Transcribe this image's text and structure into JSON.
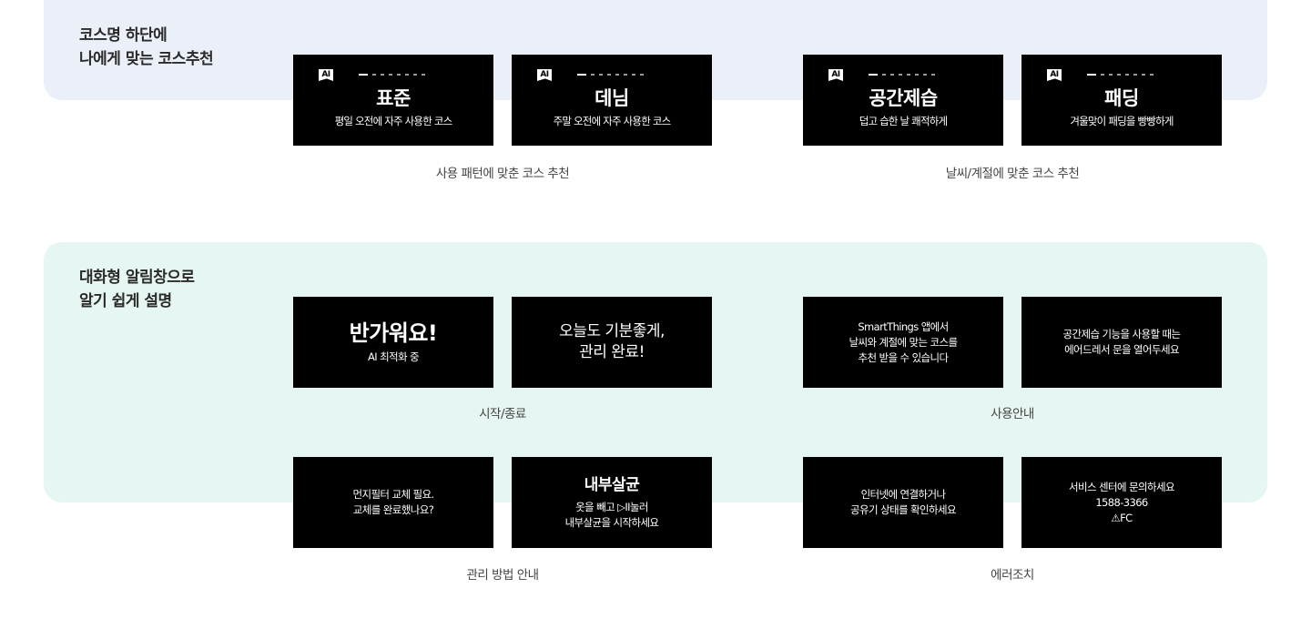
{
  "sections": {
    "course_recommend": {
      "title_lines": [
        "코스명 하단에",
        "나에게 맞는 코스추천"
      ],
      "cards": [
        {
          "badge": "AI",
          "name": "표준",
          "desc": "평일 오전에 자주 사용한 코스"
        },
        {
          "badge": "AI",
          "name": "데님",
          "desc": "주말 오전에 자주 사용한 코스"
        },
        {
          "badge": "AI",
          "name": "공간제습",
          "desc": "덥고 습한 날 쾌적하게"
        },
        {
          "badge": "AI",
          "name": "패딩",
          "desc": "겨울맞이 패딩을 빵빵하게"
        }
      ],
      "captions": [
        "사용 패턴에 맞춘 코스 추천",
        "날씨/계절에 맞춘 코스 추천"
      ]
    },
    "dialog_alerts": {
      "title_lines": [
        "대화형 알림창으로",
        "알기 쉽게 설명"
      ],
      "cards": [
        {
          "title": "반가워요!",
          "lines": [
            "AI 최적화 중"
          ]
        },
        {
          "lines": [
            "오늘도 기분좋게,",
            "관리 완료!"
          ]
        },
        {
          "lines": [
            "SmartThings 앱에서",
            "날씨와 계절에 맞는 코스를",
            "추천 받을 수 있습니다"
          ]
        },
        {
          "lines": [
            "공간제습 기능을 사용할 때는",
            "에어드레서 문을 열어두세요"
          ]
        },
        {
          "lines": [
            "먼지필터 교체 필요.",
            "교체를 완료했나요?"
          ]
        },
        {
          "title": "내부살균",
          "lines": [
            "옷을 빼고 ▷II눌러",
            "내부살균을 시작하세요"
          ]
        },
        {
          "lines": [
            "인터넷에 연결하거나",
            "공유기 상태를 확인하세요"
          ]
        },
        {
          "lines": [
            "서비스 센터에 문의하세요",
            "1588-3366",
            "⚠FC"
          ]
        }
      ],
      "captions": [
        "시작/종료",
        "사용안내",
        "관리 방법 안내",
        "에러조치"
      ]
    }
  },
  "colors": {
    "panel_blue": "#eaeff8",
    "panel_green": "#e6f6f2",
    "card_bg": "#000000",
    "card_text": "#ffffff"
  }
}
